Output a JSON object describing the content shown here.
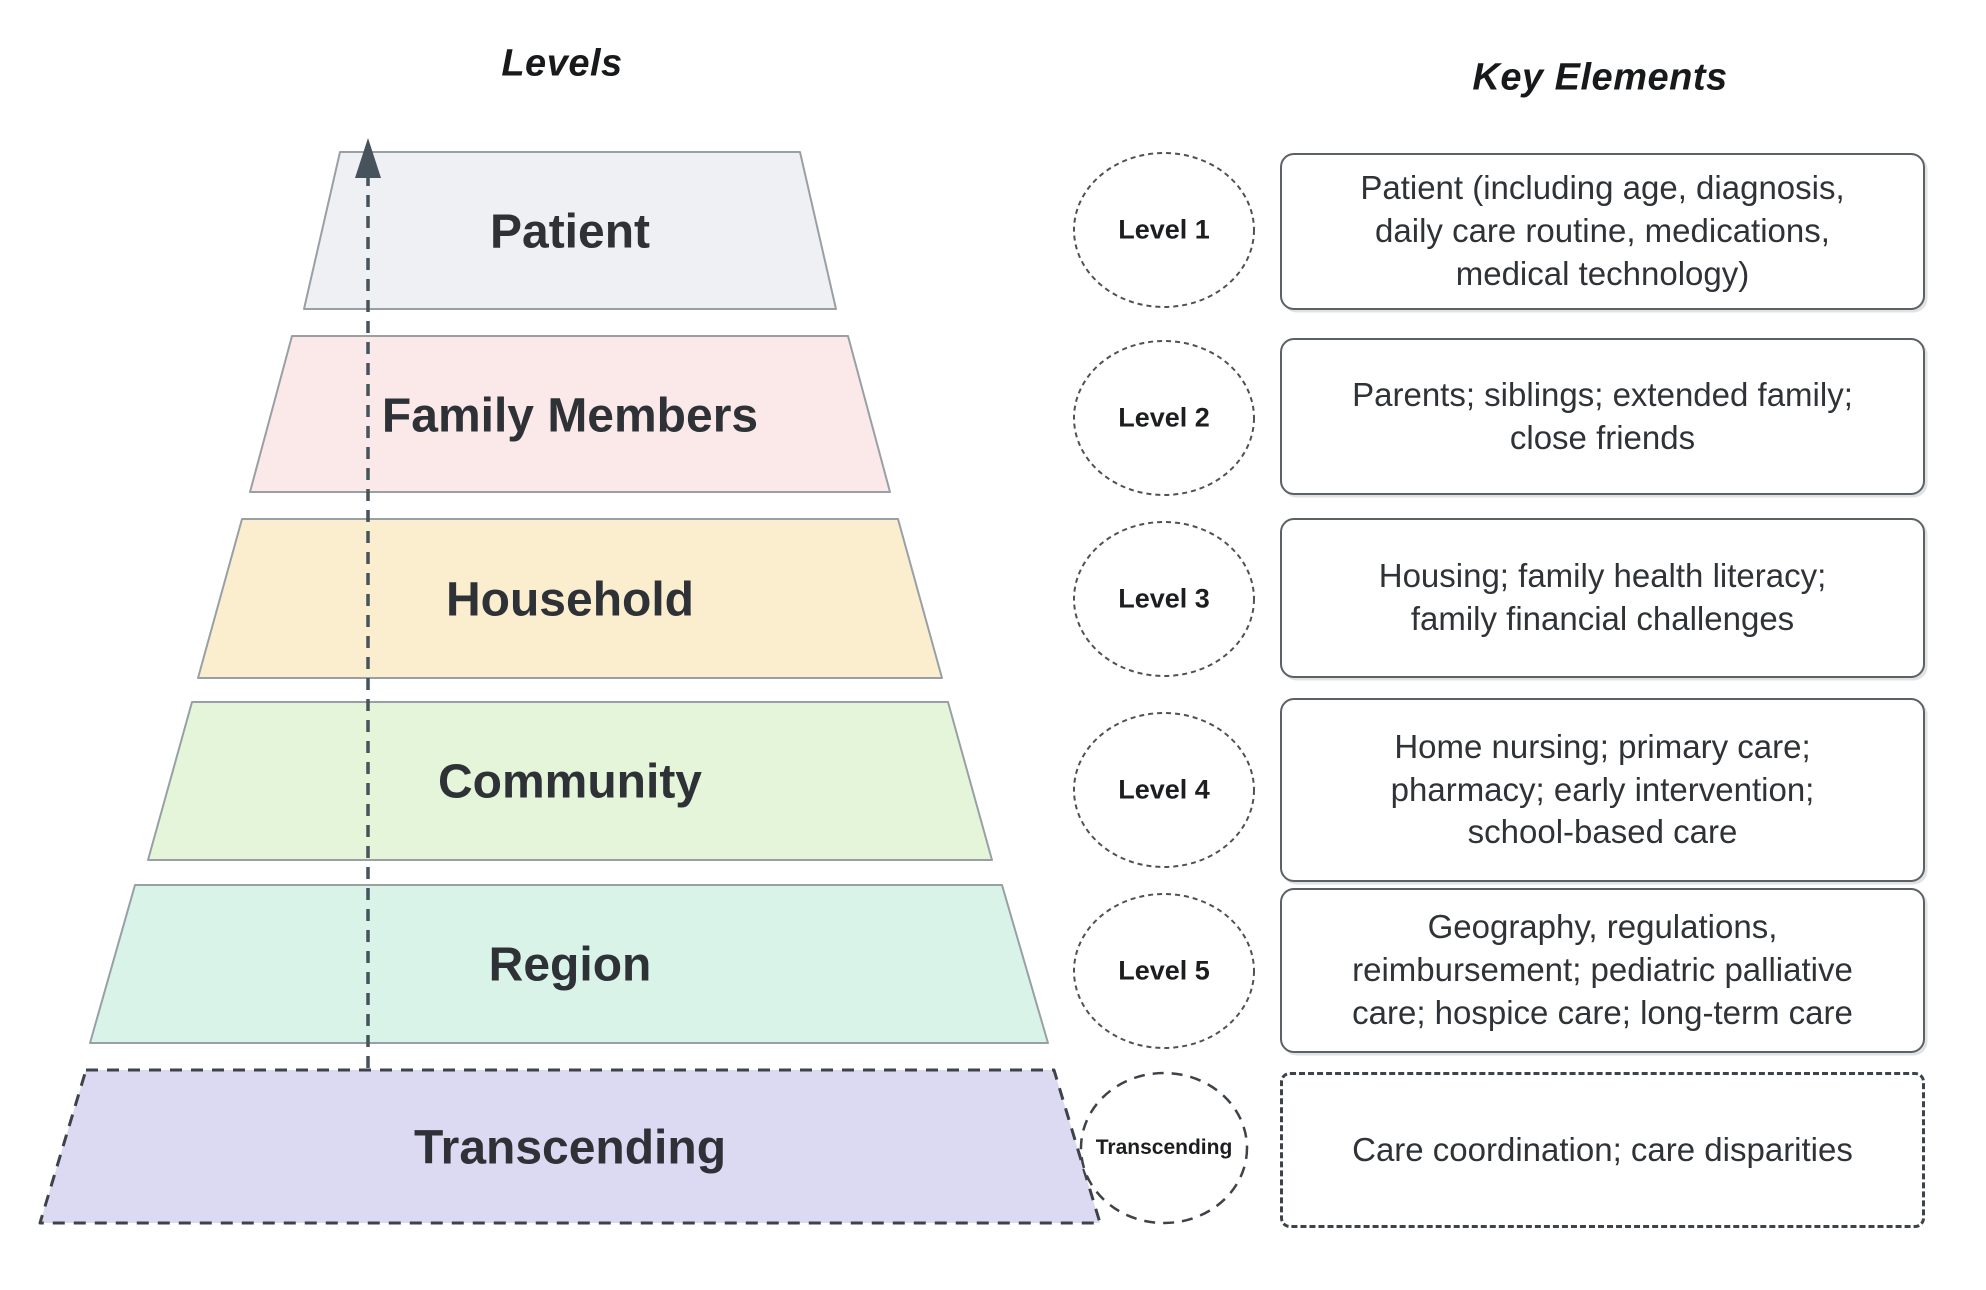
{
  "headings": {
    "levels": "Levels",
    "key_elements": "Key Elements"
  },
  "pyramid": {
    "arrow_color": "#46525c",
    "outline_color": "#98a0a6",
    "levels": [
      {
        "label": "Patient",
        "fill": "#eef0f3"
      },
      {
        "label": "Family Members",
        "fill": "#fbe9e9"
      },
      {
        "label": "Household",
        "fill": "#faeecf"
      },
      {
        "label": "Community",
        "fill": "#e4f5da"
      },
      {
        "label": "Region",
        "fill": "#d9f3e9"
      },
      {
        "label": "Transcending",
        "fill": "#dcdaf3"
      }
    ]
  },
  "key_elements": [
    {
      "badge": "Level 1",
      "text": "Patient (including age, diagnosis,\ndaily care routine, medications,\nmedical technology)"
    },
    {
      "badge": "Level 2",
      "text": "Parents; siblings; extended family;\nclose friends"
    },
    {
      "badge": "Level 3",
      "text": "Housing; family health literacy;\nfamily financial challenges"
    },
    {
      "badge": "Level 4",
      "text": "Home nursing; primary care;\npharmacy; early intervention;\nschool-based care"
    },
    {
      "badge": "Level 5",
      "text": "Geography, regulations,\nreimbursement; pediatric palliative\ncare; hospice care; long-term care"
    },
    {
      "badge": "Transcending",
      "text": "Care coordination; care disparities"
    }
  ]
}
